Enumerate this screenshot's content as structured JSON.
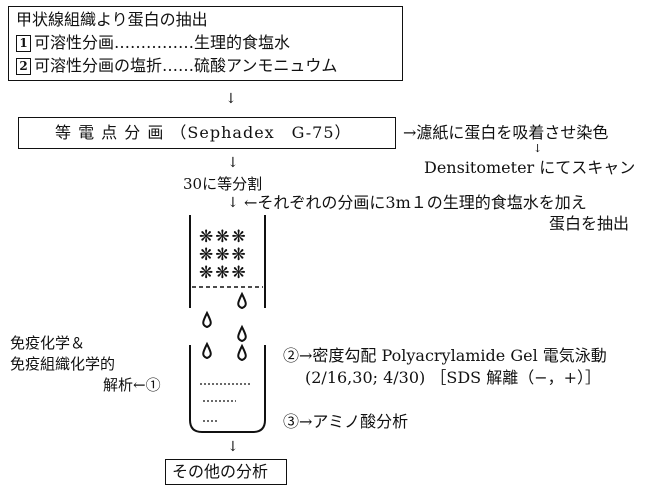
{
  "title_box": {
    "line1": "甲状線組織より蛋白の抽出",
    "line2_num": "1",
    "line2": "可溶性分画……………生理的食塩水",
    "line3_num": "2",
    "line3": "可溶性分画の塩折……硫酸アンモニュウム"
  },
  "arrows": {
    "down": "↓",
    "right": "→",
    "left": "←"
  },
  "fractionation": {
    "box_label": "等 電 点 分 画 （Sephadex　G-75）",
    "side_note": "→濾紙に蛋白を吸着させ染色",
    "densitometer": "Densitometer にてスキャン"
  },
  "split": {
    "label": "30に等分割",
    "note_line1": "←それぞれの分画に3m１の生理的食塩水を加え",
    "note_line2": "蛋白を抽出"
  },
  "immuno": {
    "line1": "免疫化学＆",
    "line2": "免疫組織化学的",
    "line3": "解析←①"
  },
  "electrophoresis": {
    "line1": "②→密度勾配 Polyacrylamide Gel 電気泳動",
    "line2": "(2/16,30; 4/30) ［SDS 解離（−，+）］"
  },
  "amino": "③→アミノ酸分析",
  "other": "その他の分析",
  "symbols": {
    "cross": "❋",
    "drop": "💧"
  }
}
